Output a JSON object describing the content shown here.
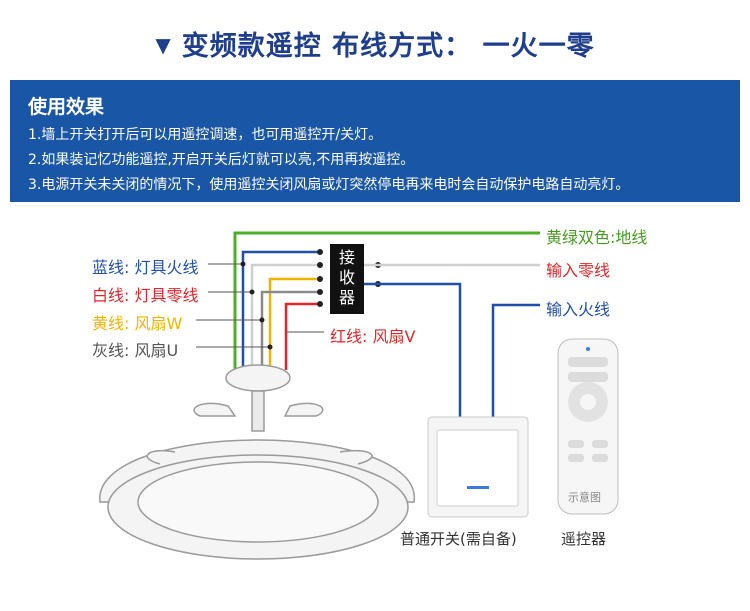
{
  "header": {
    "title": "变频款遥控 布线方式： 一火一零",
    "arrow_icon": "triangle-down"
  },
  "usage": {
    "heading": "使用效果",
    "lines": [
      "1.墙上开关打开后可以用遥控调速，也可用遥控开/关灯。",
      "2.如果装记忆功能遥控,开启开关后灯就可以亮,不用再按遥控。",
      "3.电源开关未关闭的情况下，使用遥控关闭风扇或灯突然停电再来电时会自动保护电路自动亮灯。"
    ]
  },
  "diagram": {
    "receiver_label": "接收器",
    "wire_labels": {
      "blue": "蓝线: 灯具火线",
      "white": "白线: 灯具零线",
      "yellow": "黄线: 风扇W",
      "gray": "灰线: 风扇U",
      "red": "红线: 风扇V",
      "ground": "黄绿双色:地线",
      "neutral_in": "输入零线",
      "live_in": "输入火线"
    },
    "switch_label": "普通开关(需自备)",
    "remote_label": "遥控器",
    "remote_note": "示意图"
  },
  "colors": {
    "title": "#1f3e8c",
    "panel": "#1a56a6",
    "blue_wire": "#1f4fa8",
    "red_wire": "#e0262a",
    "yellow_wire": "#f0b400",
    "green_wire": "#4caf2a",
    "gray_wire": "#8a8a8a"
  }
}
